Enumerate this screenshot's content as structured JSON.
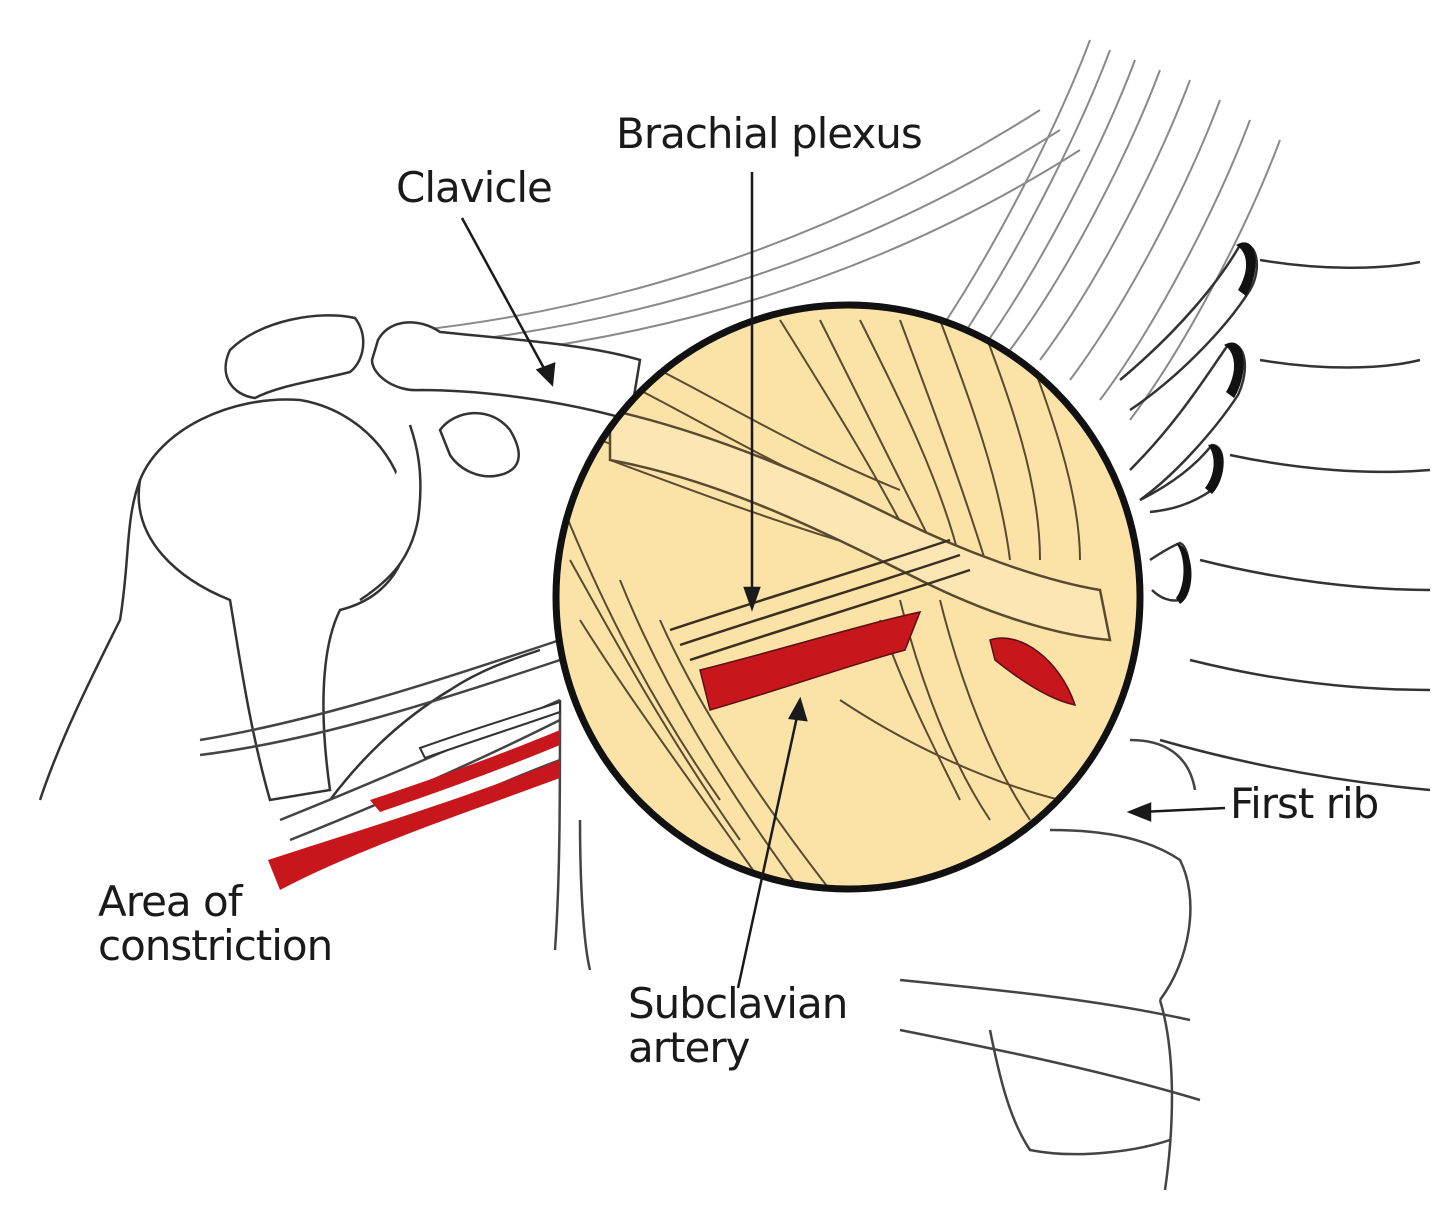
{
  "diagram": {
    "labels": {
      "brachial_plexus": "Brachial plexus",
      "clavicle": "Clavicle",
      "first_rib": "First rib",
      "area_of_constriction": [
        "Area of",
        "constriction"
      ],
      "subclavian_artery": [
        "Subclavian",
        "artery"
      ]
    },
    "colors": {
      "artery": "#c8161d",
      "magnified_bg": "#fbe3a8",
      "outline": "#2a2a2a",
      "circle_border": "#111111"
    }
  }
}
